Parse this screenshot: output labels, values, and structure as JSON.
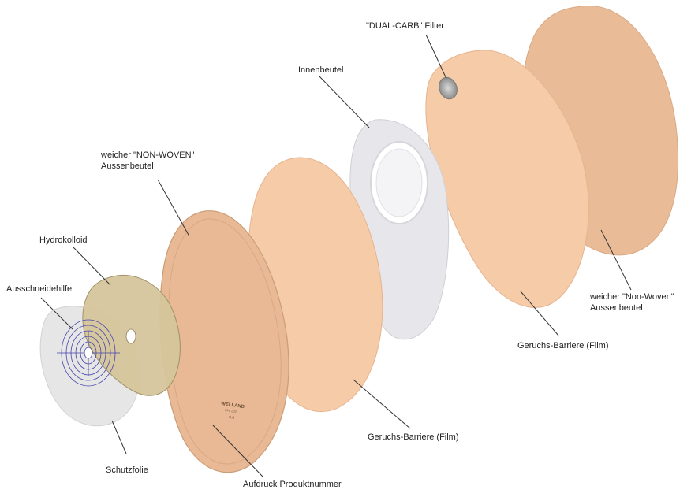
{
  "labels": {
    "dual_carb_filter": "\"DUAL-CARB\" Filter",
    "innenbeutel": "Innenbeutel",
    "non_woven_top_line1": "weicher \"NON-WOVEN\"",
    "non_woven_top_line2": "Aussenbeutel",
    "hydrokolloid": "Hydrokolloid",
    "ausschneidehilfe": "Ausschneidehilfe",
    "schutzfolie": "Schutzfolie",
    "aufdruck": "Aufdruck Produktnummer",
    "geruchs_barriere_center": "Geruchs-Barriere (Film)",
    "geruchs_barriere_right": "Geruchs-Barriere (Film)",
    "non_woven_right_line1": "weicher \"Non-Woven\"",
    "non_woven_right_line2": "Aussenbeutel"
  },
  "print_on_pouch": {
    "brand": "WELLAND",
    "line2": "FFL 202",
    "line3": "0.6"
  },
  "colors": {
    "outer_nonwoven": "#E8B994",
    "film": "#F6CBA8",
    "inner_bag": "#E6E6EA",
    "hydrocolloid": "#D4C49A",
    "protective_film": "#E3E3E5",
    "guide_lines": "#4040A8",
    "leader": "#333333"
  }
}
